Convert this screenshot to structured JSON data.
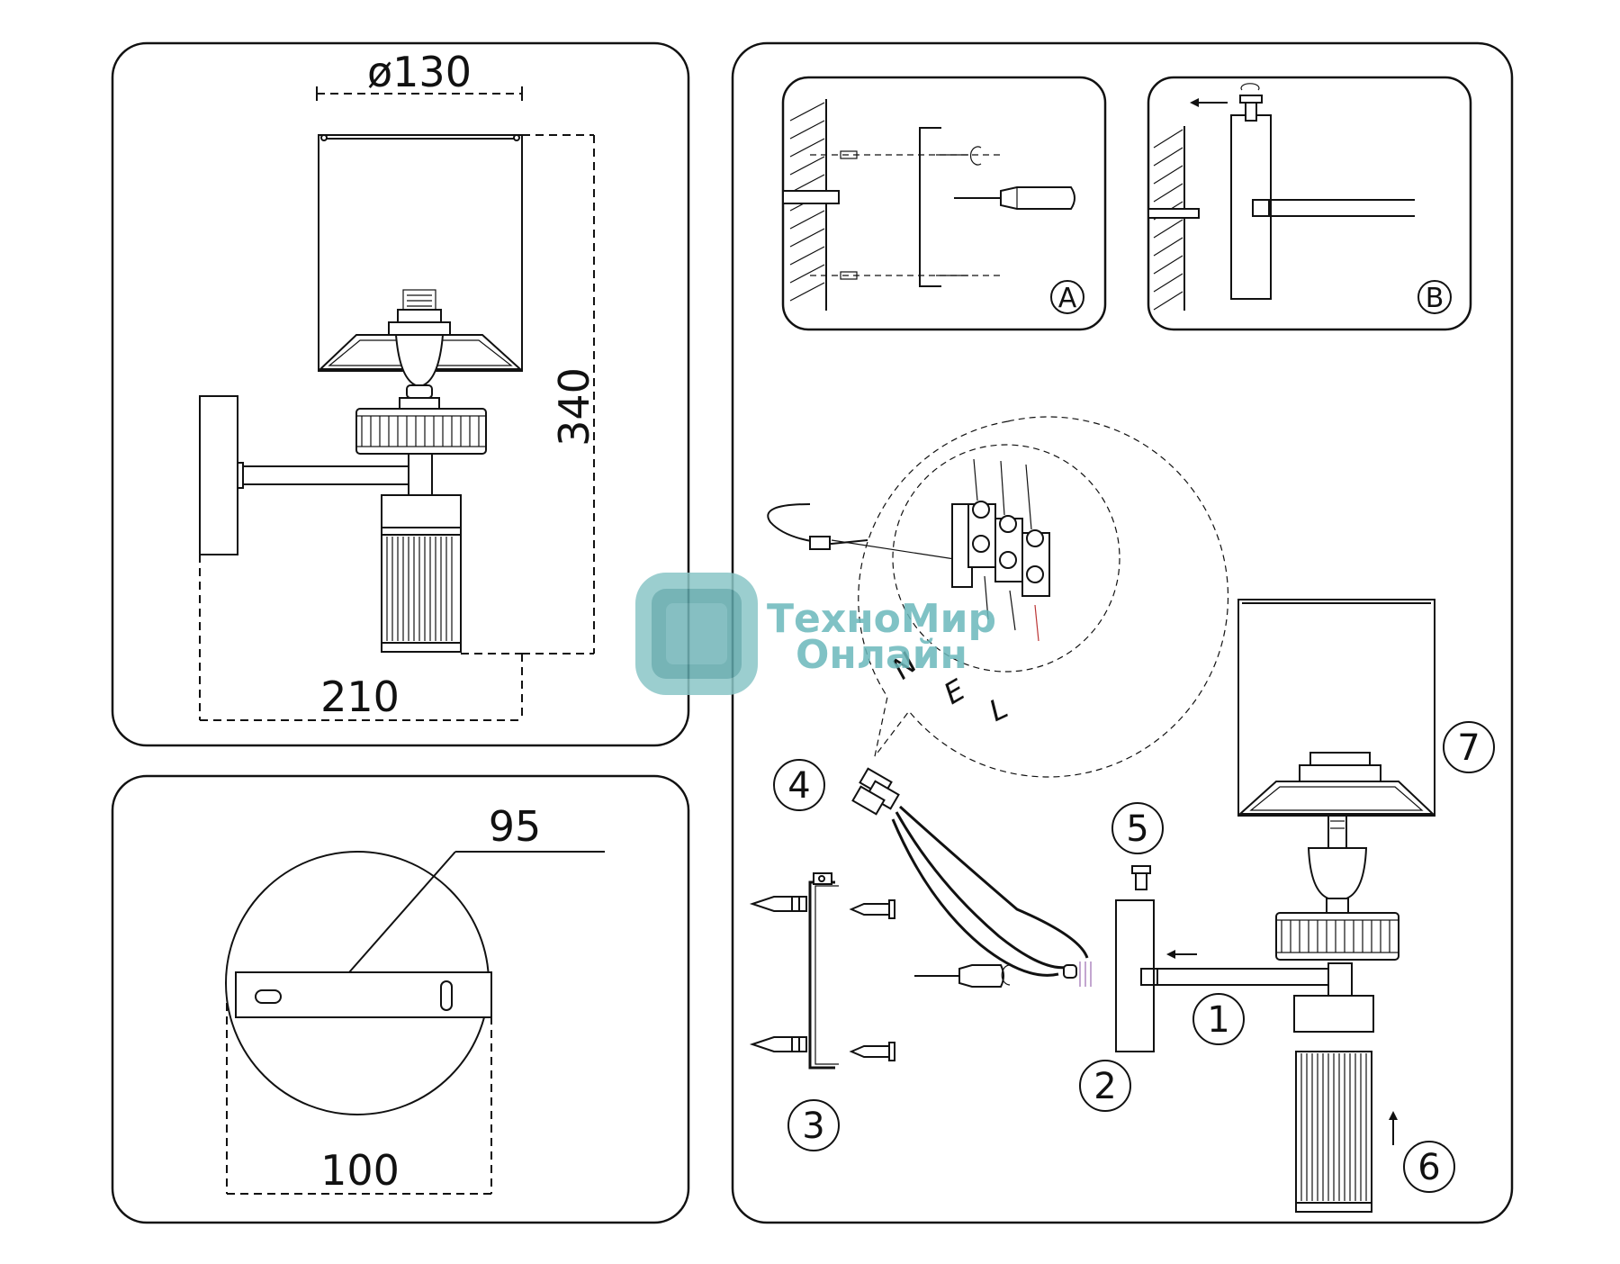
{
  "dimensions": {
    "shade_diameter": "ø130",
    "height": "340",
    "projection": "210",
    "mount_width": "95",
    "base_diameter": "100"
  },
  "detail_panels": {
    "panel_a": "A",
    "panel_b": "B"
  },
  "wire_labels": {
    "neutral": "N",
    "earth": "E",
    "live": "L"
  },
  "callouts": [
    "1",
    "2",
    "3",
    "4",
    "5",
    "6",
    "7"
  ],
  "watermark": {
    "line1": "ТехноМир",
    "line2": "Онлайн"
  }
}
